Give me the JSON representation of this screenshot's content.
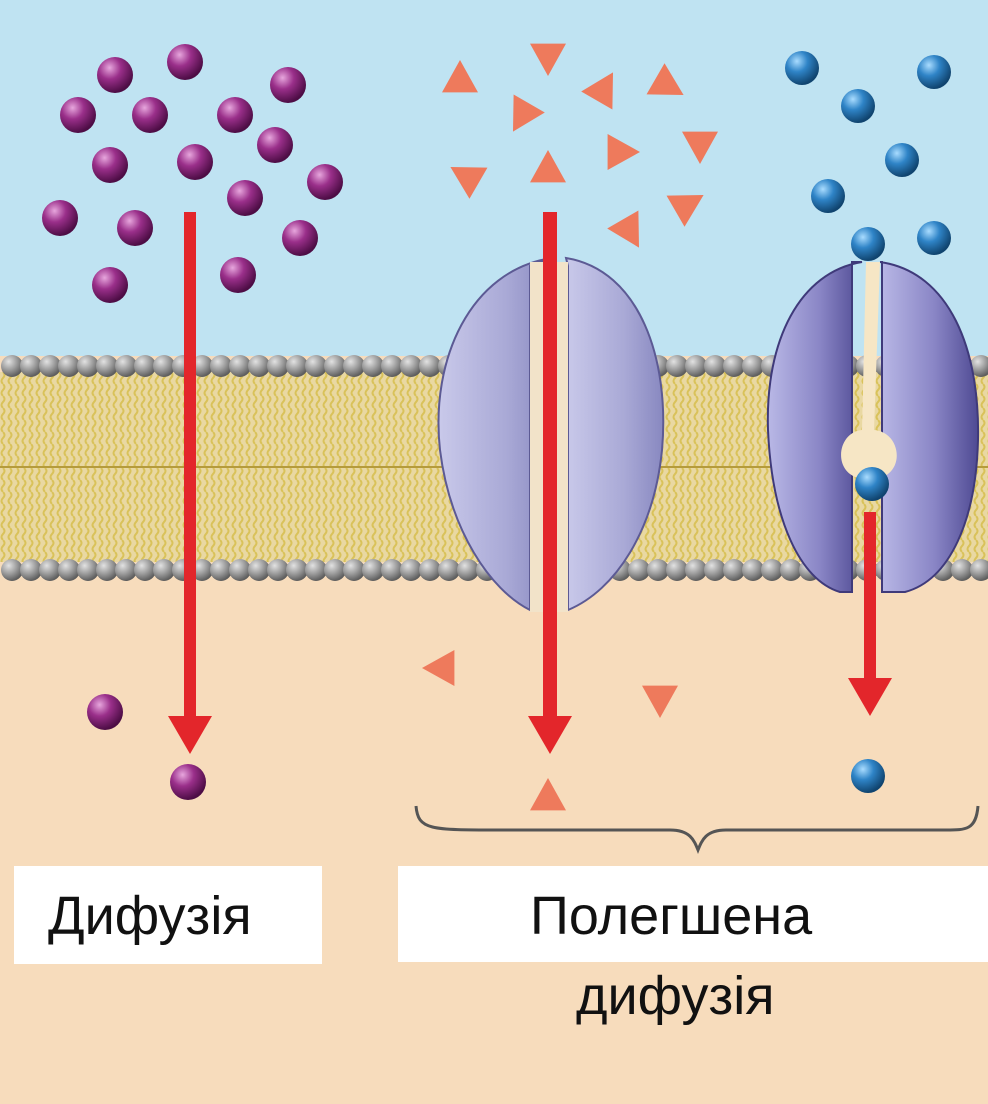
{
  "colors": {
    "extracellular": "#bfe3f2",
    "cytoplasm": "#f7dcbc",
    "lipid_head": "#9b9b9b",
    "lipid_tail": "#d9c25a",
    "protein": "#a9a9d6",
    "protein_dark": "#6f6ab0",
    "arrow": "#e3262b",
    "molecule_purple": "#9a2f8a",
    "molecule_triangle": "#ee7a5c",
    "molecule_blue": "#2f84c7"
  },
  "labels": {
    "diffusion": "Дифузія",
    "facilitated_line1": "Полегшена",
    "facilitated_line2": "дифузія"
  },
  "icons": {
    "simple": "purple-sphere-molecule",
    "channel": "triangle-molecule",
    "carrier": "blue-sphere-molecule"
  }
}
